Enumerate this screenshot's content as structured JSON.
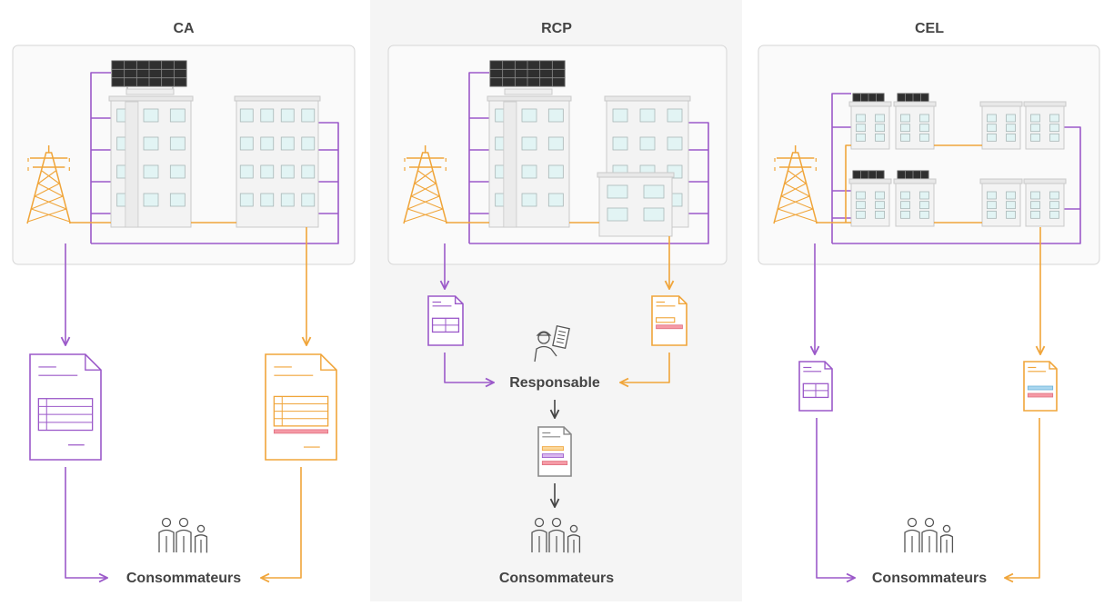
{
  "panels": [
    {
      "title": "CA",
      "consumers_label": "Consommateurs"
    },
    {
      "title": "RCP",
      "manager_label": "Responsable",
      "consumers_label": "Consommateurs"
    },
    {
      "title": "CEL",
      "consumers_label": "Consommateurs"
    }
  ],
  "colors": {
    "purple": "#9b59c9",
    "orange": "#f0a53a",
    "building_fill": "#f3f3f3",
    "building_stroke": "#c9c9c9",
    "window": "#e2f4f4",
    "solar": "#2f2f2f",
    "text": "#444444",
    "middle_bg": "#f5f5f5"
  },
  "icons": [
    "solar-panel-icon",
    "pylon-icon",
    "building-icon",
    "invoice-icon",
    "manager-icon",
    "consumers-icon",
    "arrow-icon"
  ]
}
